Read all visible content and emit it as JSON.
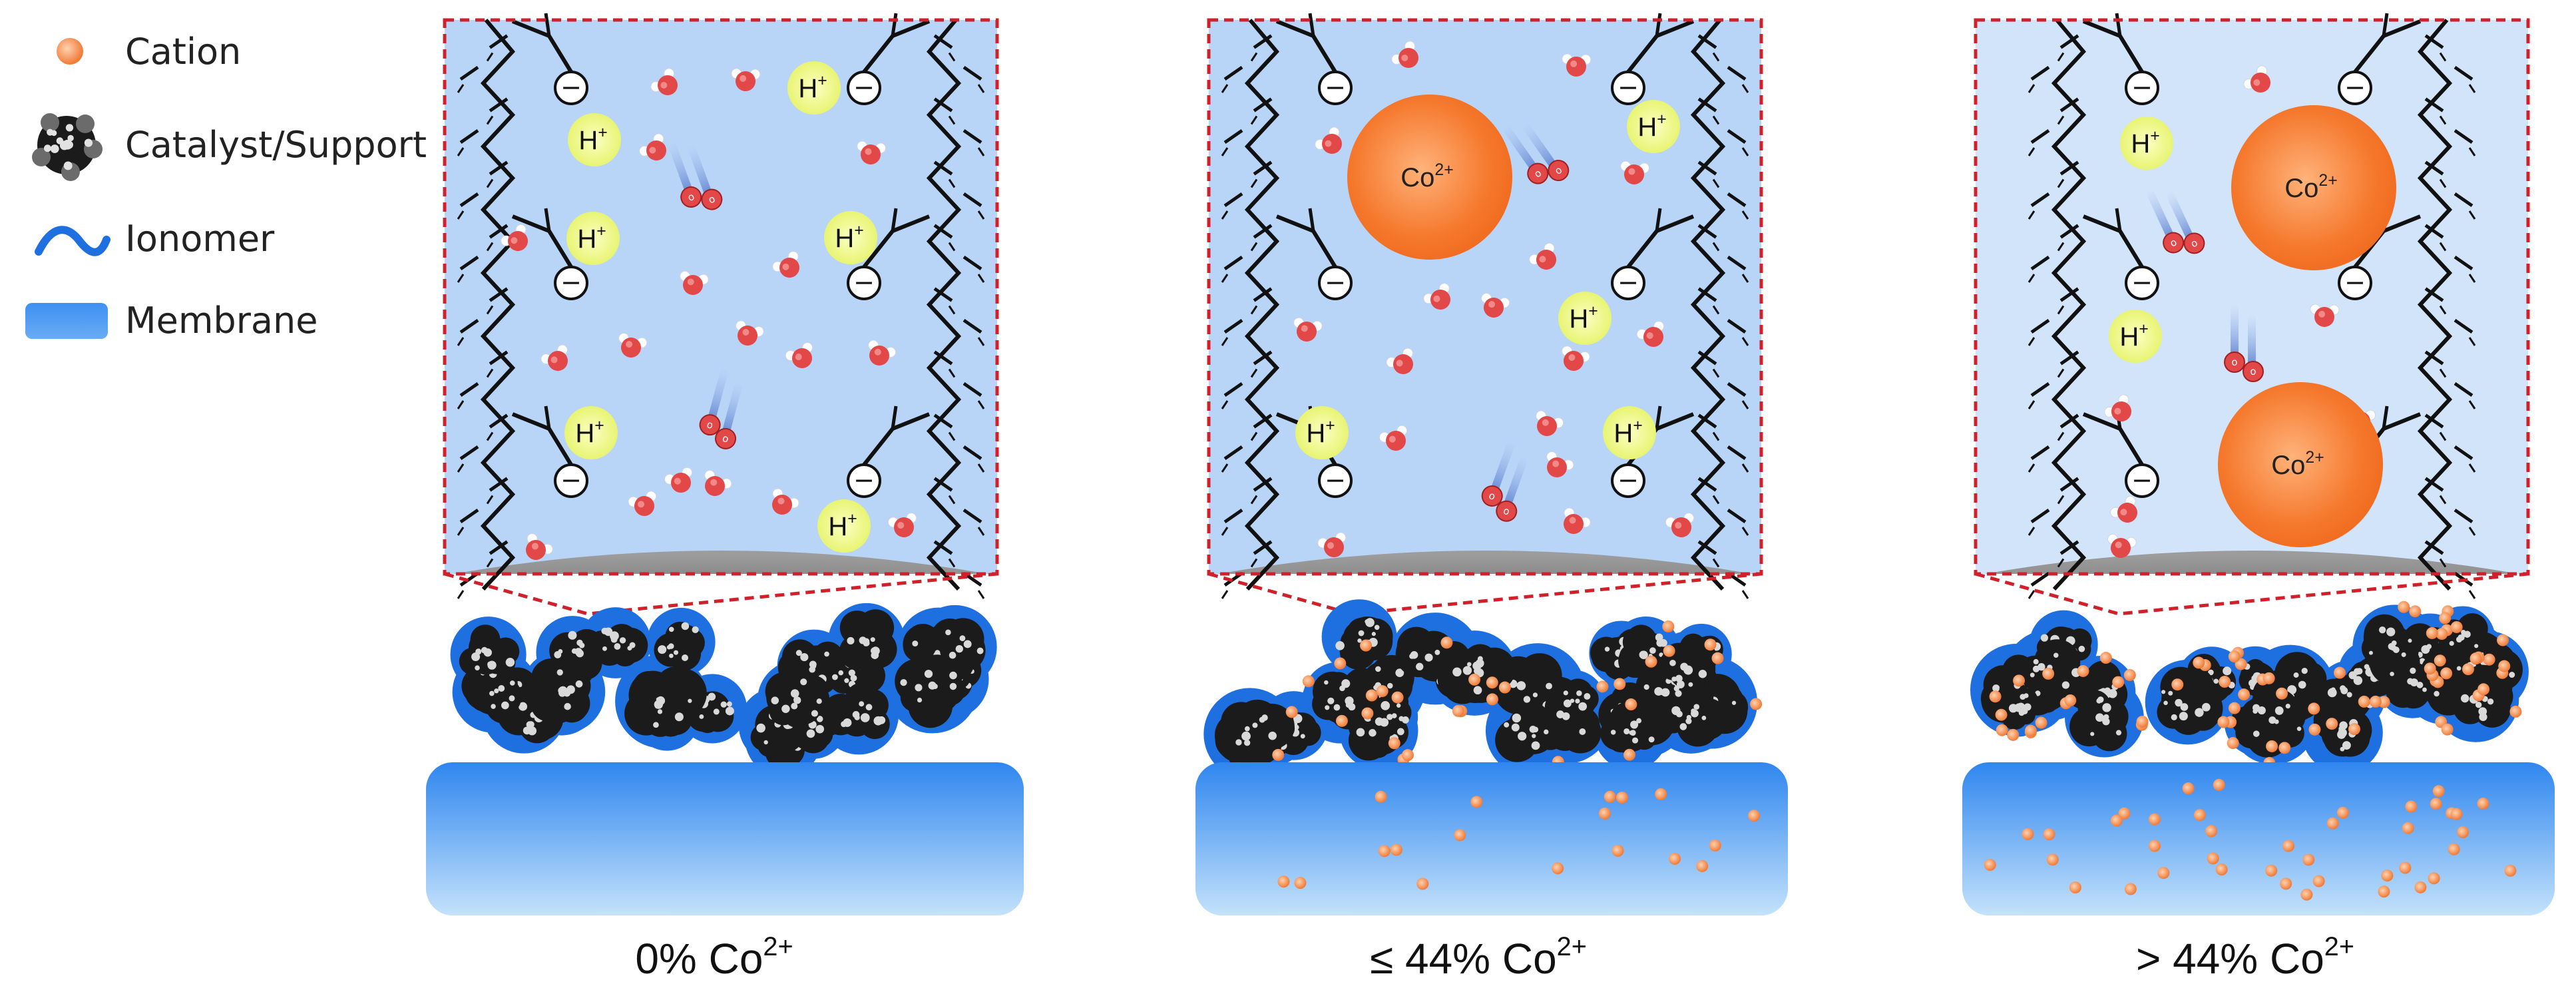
{
  "legend": {
    "items": [
      {
        "label": "Cation",
        "icon": "cation-icon"
      },
      {
        "label": "Catalyst/Support",
        "icon": "catalyst-support-icon"
      },
      {
        "label": "Ionomer",
        "icon": "ionomer-icon"
      },
      {
        "label": "Membrane",
        "icon": "membrane-icon"
      }
    ]
  },
  "labels": {
    "proton_base": "H",
    "proton_sup": "+",
    "sulfonate": "−",
    "cobalt_base": "Co",
    "cobalt_sup": "2+",
    "oxygen_atom": "o"
  },
  "panels": [
    {
      "caption_base": "0% Co",
      "caption_sup": "2+",
      "cation_density": 0
    },
    {
      "caption_base": "≤ 44% Co",
      "caption_sup": "2+",
      "cation_density": 0.44
    },
    {
      "caption_base": "> 44% Co",
      "caption_sup": "2+",
      "cation_density": 1
    }
  ],
  "colors": {
    "zoom_border": "#d0202a",
    "zoom_fill": "#b8d4f7",
    "zoom_fill_light": "#d2e4fa",
    "cation": "#f08a4b",
    "cobalt": "#f26a1f",
    "proton_glow": "#eef77a",
    "water": "#e34848",
    "ionomer": "#1e6fe0",
    "membrane_top": "#3b8ef0",
    "membrane_bottom": "#b8dcfa",
    "catalyst": "#1b1b1b"
  }
}
